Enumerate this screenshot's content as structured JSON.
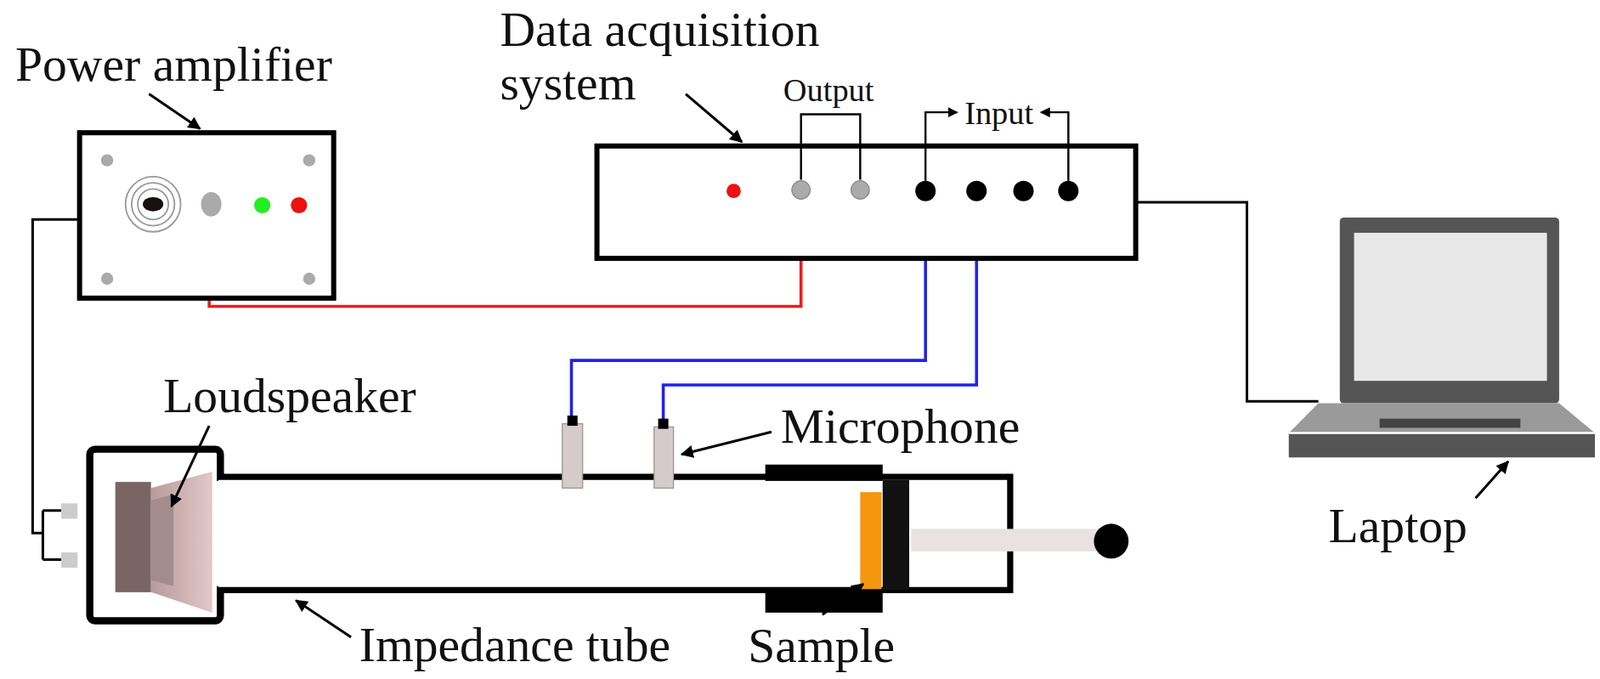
{
  "diagram": {
    "labels": [
      "Power amplifier",
      "Data acquisition system",
      "Output",
      "Input",
      "Loudspeaker",
      "Microphone",
      "Impedance tube",
      "Sample",
      "Laptop"
    ]
  }
}
